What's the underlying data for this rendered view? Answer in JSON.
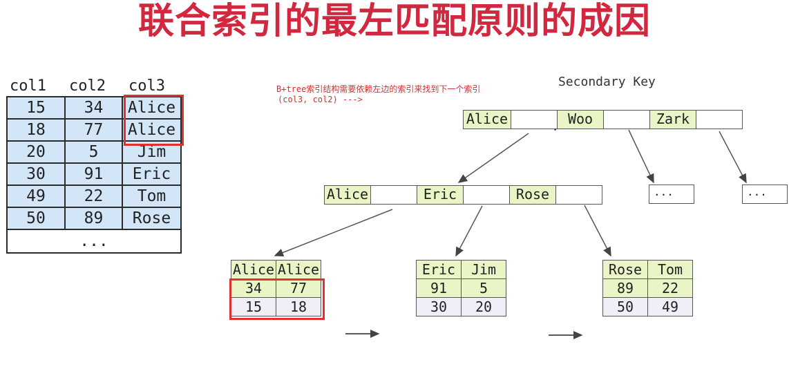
{
  "title": "联合索引的最左匹配原则的成因",
  "note_line1": "B+tree索引结构需要依赖左边的索引来找到下一个索引",
  "note_line2": "(col3, col2) --->",
  "secondary_key": "Secondary Key",
  "source_table": {
    "headers": [
      "col1",
      "col2",
      "col3"
    ],
    "rows": [
      [
        "15",
        "34",
        "Alice"
      ],
      [
        "18",
        "77",
        "Alice"
      ],
      [
        "20",
        "5",
        "Jim"
      ],
      [
        "30",
        "91",
        "Eric"
      ],
      [
        "49",
        "22",
        "Tom"
      ],
      [
        "50",
        "89",
        "Rose"
      ]
    ],
    "ellipsis": "..."
  },
  "root_node": {
    "keys": [
      "Alice",
      "Woo",
      "Zark"
    ]
  },
  "mid_node": {
    "keys": [
      "Alice",
      "Eric",
      "Rose"
    ]
  },
  "ellipsis_nodes": [
    "...",
    "..."
  ],
  "leaves": [
    {
      "keys": [
        "Alice",
        "Alice"
      ],
      "col2": [
        "34",
        "77"
      ],
      "col1": [
        "15",
        "18"
      ]
    },
    {
      "keys": [
        "Eric",
        "Jim"
      ],
      "col2": [
        "91",
        "5"
      ],
      "col1": [
        "30",
        "20"
      ]
    },
    {
      "keys": [
        "Rose",
        "Tom"
      ],
      "col2": [
        "89",
        "22"
      ],
      "col1": [
        "50",
        "49"
      ]
    }
  ],
  "colors": {
    "title": "#d2283f",
    "key_fill": "#eaf5c7",
    "row_fill": "#d2e6f8",
    "highlight": "#e03030"
  }
}
